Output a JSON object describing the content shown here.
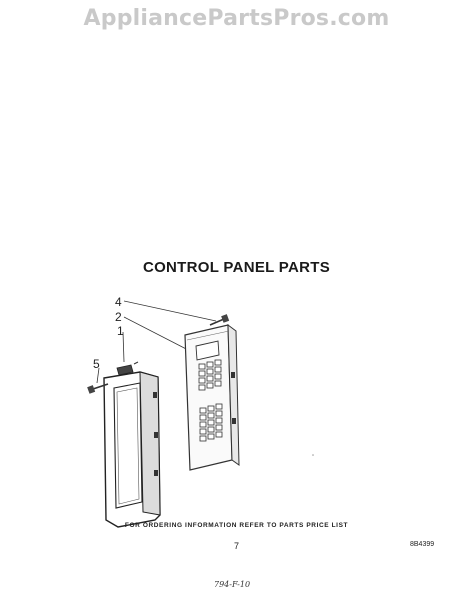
{
  "watermark": "AppliancePartsPros.com",
  "title": "CONTROL PANEL PARTS",
  "callouts": {
    "c1": "1",
    "c2": "2",
    "c4": "4",
    "c5": "5"
  },
  "footer": {
    "ordering_note": "FOR ORDERING INFORMATION REFER TO PARTS PRICE LIST",
    "page_number": "7",
    "doc_code": "8B4399",
    "handwritten_note": "794-F-10"
  }
}
